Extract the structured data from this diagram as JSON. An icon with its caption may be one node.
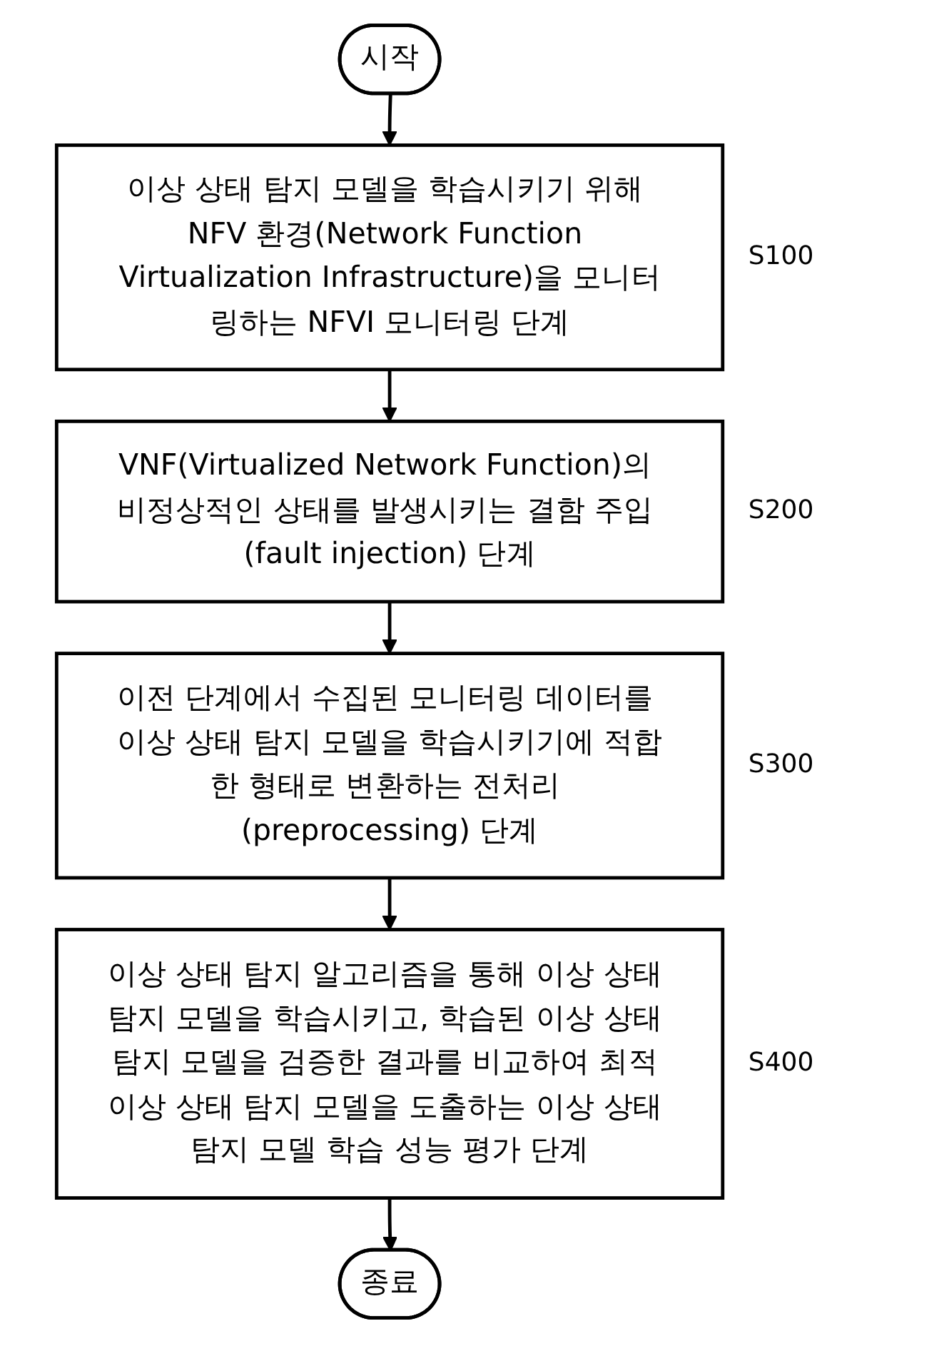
{
  "diagram": {
    "nodes": [
      {
        "text": [
          "시작"
        ]
      },
      {
        "text": [
          "이상 상태 탐지 모델을 학습시키기 위해 NFV 환경(Network Function Virtualization Infrastructure)을 모니터링하는 NFVI 모니터링 단계"
        ],
        "beside": [
          "S100"
        ]
      },
      {
        "text": [
          "VNF(Virtualized Network Function)의 비정상적인 상태를 발생시키는 결함 주입 (fault injection) 단계"
        ],
        "beside": [
          "S200"
        ]
      },
      {
        "text": [
          "이전 단계에서 수집된 모니터링 데이터를 이상 상태 탐지 모델을 학습시키기에 적합한 형태로 변환하는 전처리 (preprocessing) 단계"
        ],
        "beside": [
          "S300"
        ]
      },
      {
        "text": [
          "이상 상태 탐지 알고리즘을 통해 이상 상태 탐지 모델을 학습시키고, 학습된 이상 상태 탐지 모델을 검증한 결과를 비교하여 최적 이상 상태 탐지 모델을 도출하는 이상 상태 탐지 모델 학습 성능 평가 단계"
        ],
        "beside": [
          "S400"
        ]
      },
      {
        "text": [
          "종료"
        ]
      }
    ],
    "edges": [
      {
        "from": 0,
        "to": 1,
        "arrow": "to"
      },
      {
        "from": 1,
        "to": 2,
        "arrow": "to"
      },
      {
        "from": 2,
        "to": 3,
        "arrow": "to"
      },
      {
        "from": 3,
        "to": 4,
        "arrow": "to"
      },
      {
        "from": 4,
        "to": 5,
        "arrow": "to"
      }
    ]
  }
}
